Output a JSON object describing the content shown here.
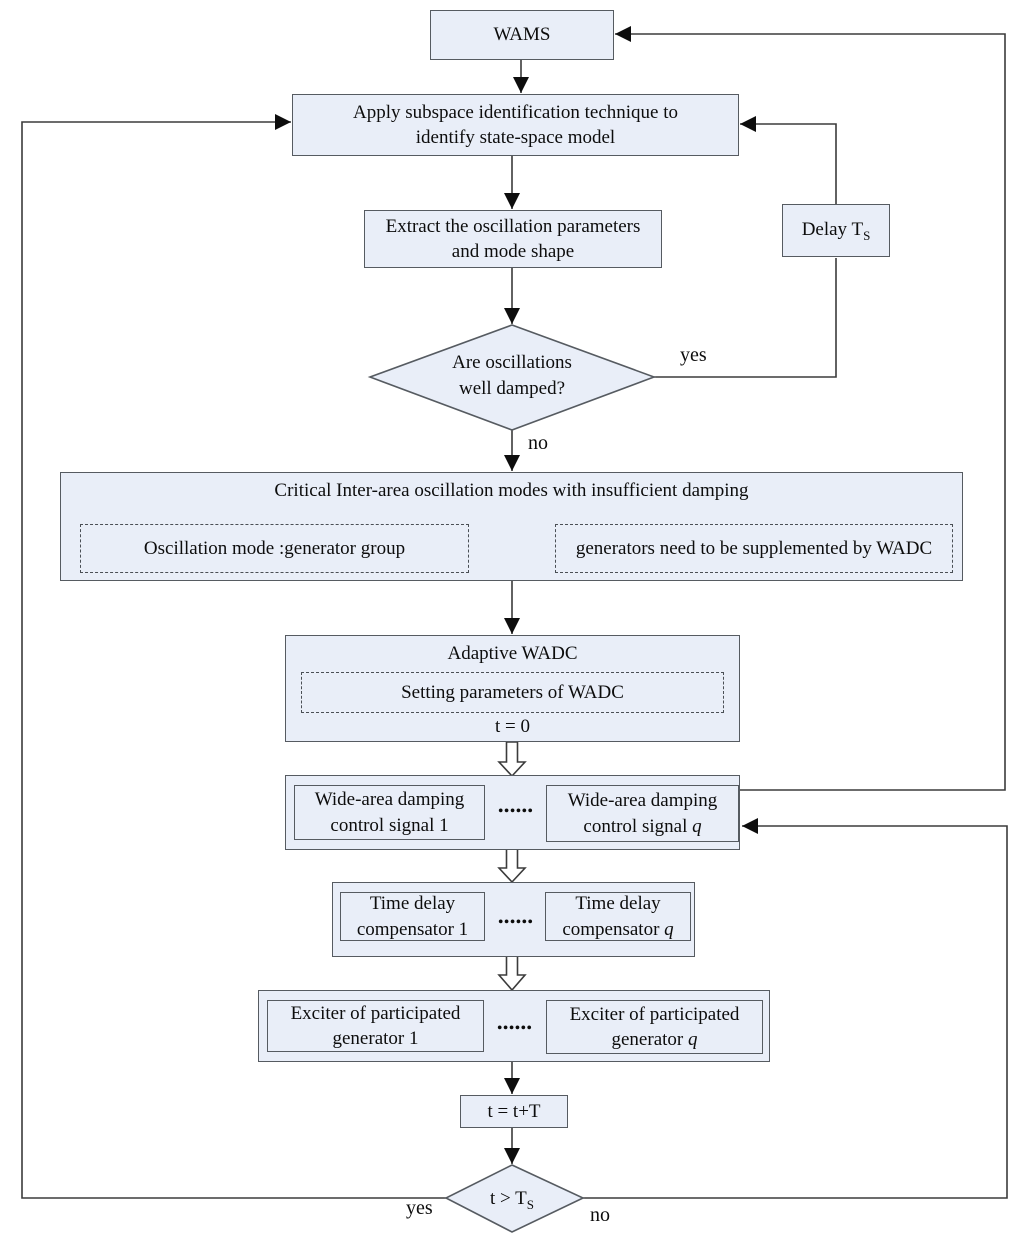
{
  "colors": {
    "box_fill": "#e9eef8",
    "box_border": "#565b61",
    "line": "#3b3b3b",
    "arrowhead": "#0d0d0d"
  },
  "nodes": {
    "wams": {
      "label": "WAMS"
    },
    "apply": {
      "line1": "Apply subspace identification technique to",
      "line2": "identify state-space model"
    },
    "extract": {
      "line1": "Extract the oscillation parameters",
      "line2": "and mode shape"
    },
    "delay": {
      "text": "Delay T",
      "sub": "S"
    },
    "damped_decision": {
      "line1": "Are oscillations",
      "line2": "well damped?"
    },
    "critical": {
      "title": "Critical Inter-area oscillation modes with insufficient damping",
      "mode_group": "Oscillation mode :generator group",
      "generators": "generators need to be supplemented by WADC"
    },
    "adaptive": {
      "title": "Adaptive WADC",
      "setting": "Setting parameters of WADC",
      "t0": "t = 0"
    },
    "wadc_signals": {
      "left1": "Wide-area damping",
      "left2": "control signal 1",
      "right1": "Wide-area damping",
      "right2": "control signal ",
      "right_var": "q",
      "dots": "••••••"
    },
    "compensators": {
      "left1": "Time delay",
      "left2": "compensator 1",
      "right1": "Time delay",
      "right2": "compensator ",
      "right_var": "q",
      "dots": "••••••"
    },
    "exciters": {
      "left1": "Exciter of participated",
      "left2": "generator 1",
      "right1": "Exciter of participated",
      "right2": "generator ",
      "right_var": "q",
      "dots": "••••••"
    },
    "increment": {
      "label": "t = t+T"
    },
    "ts_decision": {
      "text": "t > T",
      "sub": "S"
    }
  },
  "labels": {
    "yes_damped": "yes",
    "no_damped": "no",
    "yes_ts": "yes",
    "no_ts": "no"
  }
}
